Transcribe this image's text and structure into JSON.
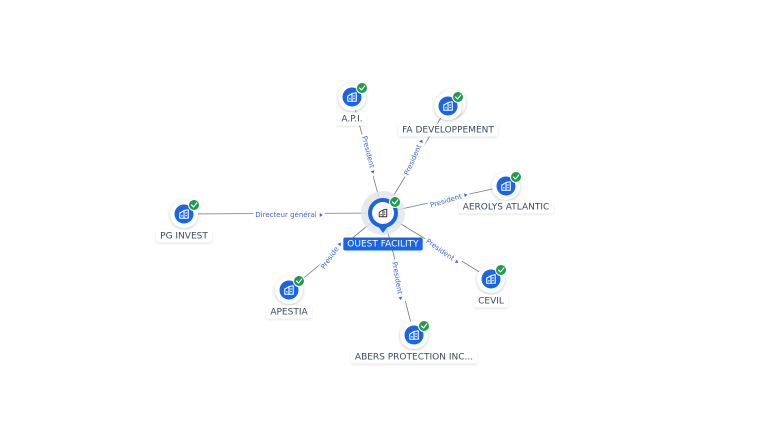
{
  "colors": {
    "primary": "#1a64e6",
    "edge": "#6f7a86",
    "check": "#1f9b4b",
    "edge_label": "#3a66d6"
  },
  "icons": {
    "company": "building-icon",
    "verified": "check-badge-icon"
  },
  "center": {
    "id": "center",
    "label": "OUEST FACILITY"
  },
  "nodes": [
    {
      "id": "api",
      "label": "A.P.I.",
      "edge_label": "President",
      "stacked": false
    },
    {
      "id": "fa",
      "label": "FA DEVELOPPEMENT",
      "edge_label": "President",
      "stacked": true
    },
    {
      "id": "aerolys",
      "label": "AEROLYS ATLANTIC",
      "edge_label": "President",
      "stacked": false
    },
    {
      "id": "cevil",
      "label": "CEVIL",
      "edge_label": "President",
      "stacked": false
    },
    {
      "id": "abers",
      "label": "ABERS PROTECTION INC...",
      "edge_label": "President",
      "stacked": false
    },
    {
      "id": "apestia",
      "label": "APESTIA",
      "edge_label": "Preside",
      "stacked": false
    },
    {
      "id": "pginvest",
      "label": "PG INVEST",
      "edge_label": "Directeur général",
      "stacked": false
    }
  ]
}
